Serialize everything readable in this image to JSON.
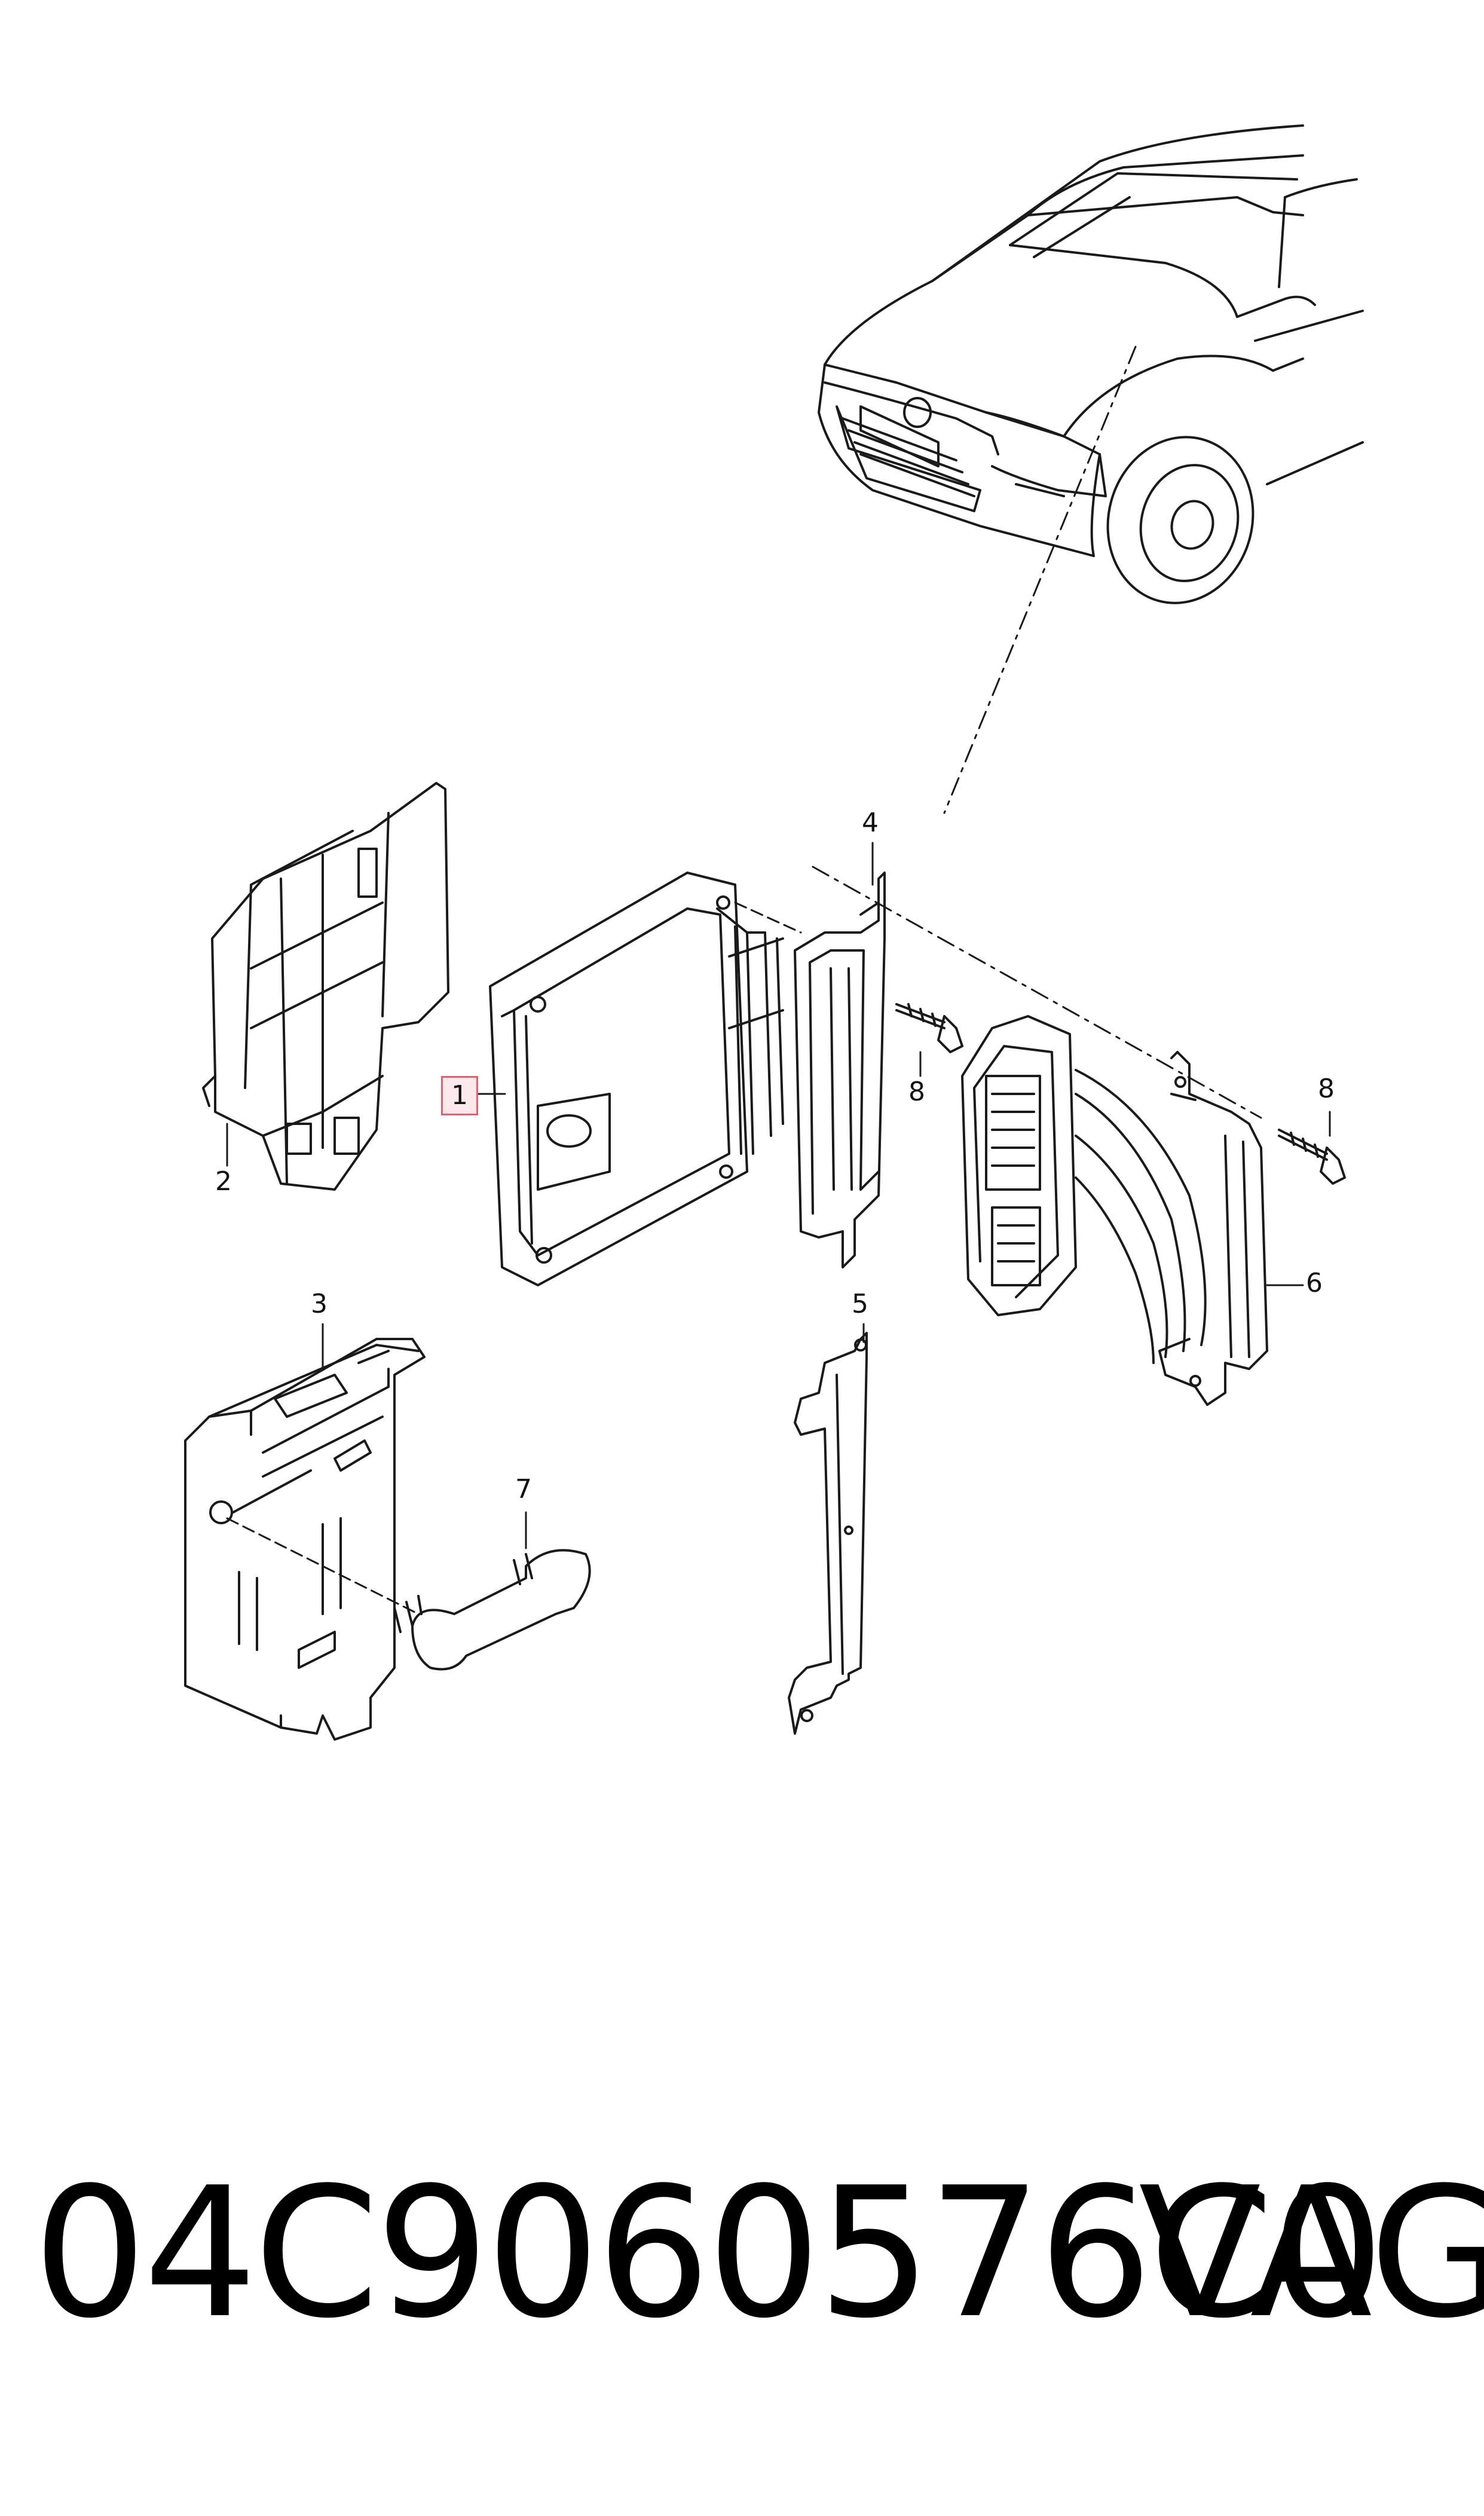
{
  "callouts": {
    "c1": "1",
    "c2": "2",
    "c3": "3",
    "c4": "4",
    "c5": "5",
    "c6": "6",
    "c7": "7",
    "c8a": "8",
    "c8b": "8"
  },
  "footer": {
    "part_number": "04C9060576C0",
    "brand": "VAG"
  },
  "colors": {
    "line": "#1a1a1a",
    "highlight_border": "#e06070",
    "highlight_fill": "#fde8ec"
  }
}
